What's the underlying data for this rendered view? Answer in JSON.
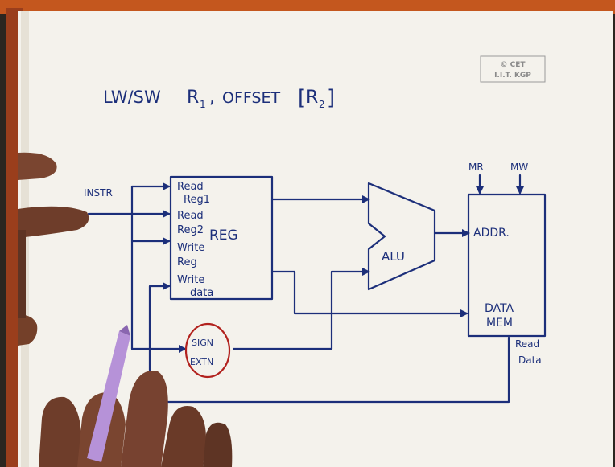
{
  "title": {
    "op": "LW/SW",
    "r1": "R",
    "r1_sub": "1",
    "sep": ",",
    "offset": "OFFSET",
    "bracket_open": "[",
    "r2": "R",
    "r2_sub": "2",
    "bracket_close": "]"
  },
  "watermark": {
    "line1": "© CET",
    "line2": "I.I.T. KGP"
  },
  "labels": {
    "instr": "INSTR",
    "read_reg1_a": "Read",
    "read_reg1_b": "Reg1",
    "read_reg2_a": "Read",
    "read_reg2_b": "Reg2",
    "reg": "REG",
    "write_reg_a": "Write",
    "write_reg_b": "Reg",
    "write_data_a": "Write",
    "write_data_b": "data",
    "alu": "ALU",
    "mr": "MR",
    "mw": "MW",
    "addr": "ADDR.",
    "data": "DATA",
    "mem": "MEM",
    "read_data_a": "Read",
    "read_data_b": "Data",
    "sign": "SIGN",
    "extn": "EXTN"
  },
  "colors": {
    "ink": "#1c2f7a",
    "paper": "#f4f2ec",
    "circle": "#b2221e",
    "board_top": "#c4571e",
    "board_left": "#9a3e1c",
    "skin": "#7a4530",
    "pen": "#b692d8"
  }
}
